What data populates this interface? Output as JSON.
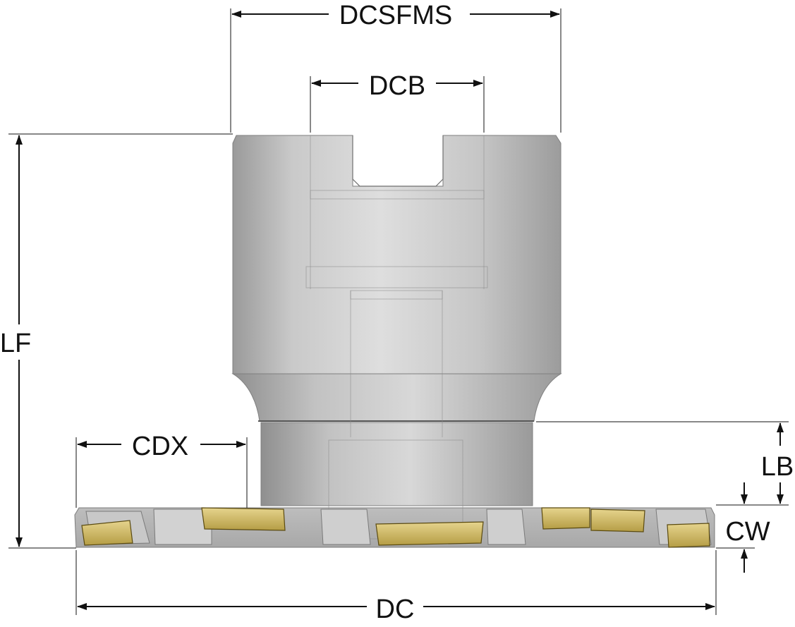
{
  "colors": {
    "steel_light": "#d4d4d4",
    "steel_mid": "#b8b8b8",
    "steel_dark": "#8d8d8d",
    "insert_gold": "#d6c27a",
    "insert_dark": "#a58f3e",
    "dimension_ink": "#111111"
  },
  "dimensions": {
    "dcsfms": "DCSFMS",
    "dcb": "DCB",
    "lf": "LF",
    "cdx": "CDX",
    "lb": "LB",
    "cw": "CW",
    "dc": "DC"
  }
}
